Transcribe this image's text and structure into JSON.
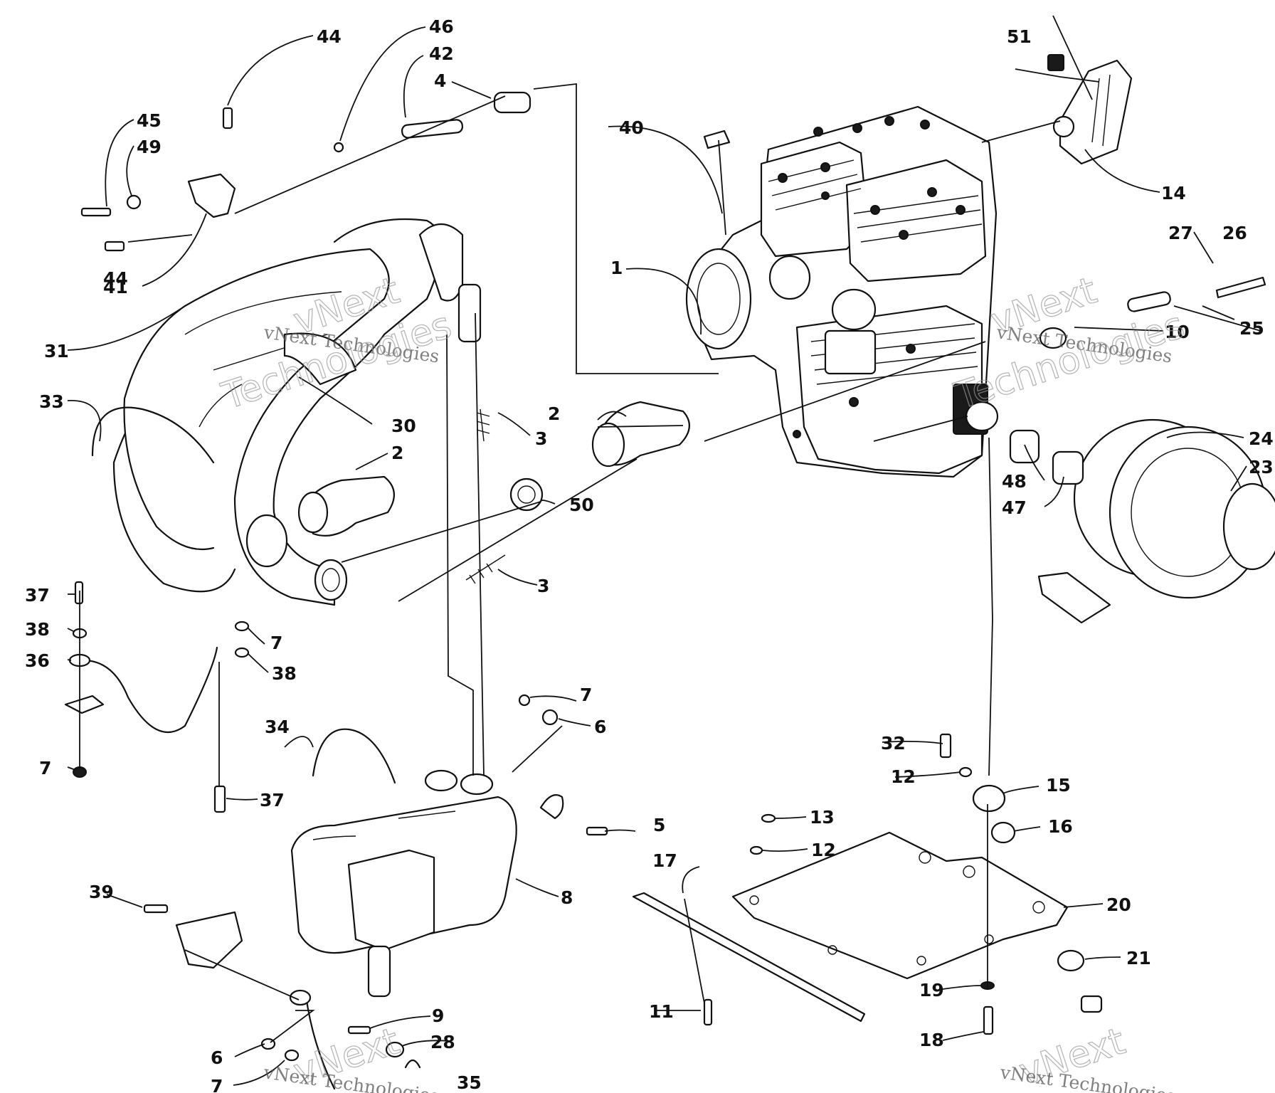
{
  "watermark": {
    "caption": "vNext Technologies",
    "word_top": "vNext",
    "word_bottom": "Technologies"
  },
  "callouts": {
    "c1": "1",
    "c2a": "2",
    "c2b": "2",
    "c3a": "3",
    "c3b": "3",
    "c4": "4",
    "c5": "5",
    "c6a": "6",
    "c6b": "6",
    "c7a": "7",
    "c7b": "7",
    "c7c": "7",
    "c7d": "7",
    "c8": "8",
    "c9": "9",
    "c10": "10",
    "c11": "11",
    "c12a": "12",
    "c12b": "12",
    "c13": "13",
    "c14": "14",
    "c15": "15",
    "c16": "16",
    "c17": "17",
    "c18": "18",
    "c19": "19",
    "c20": "20",
    "c21": "21",
    "c23": "23",
    "c24": "24",
    "c25": "25",
    "c26": "26",
    "c27": "27",
    "c28": "28",
    "c30": "30",
    "c31": "31",
    "c32": "32",
    "c33": "33",
    "c34": "34",
    "c35": "35",
    "c36": "36",
    "c37a": "37",
    "c37b": "37",
    "c38a": "38",
    "c38b": "38",
    "c39": "39",
    "c40": "40",
    "c41": "41",
    "c42": "42",
    "c44a": "44",
    "c44b": "44",
    "c45": "45",
    "c46": "46",
    "c47": "47",
    "c48": "48",
    "c49": "49",
    "c50": "50",
    "c51": "51"
  }
}
